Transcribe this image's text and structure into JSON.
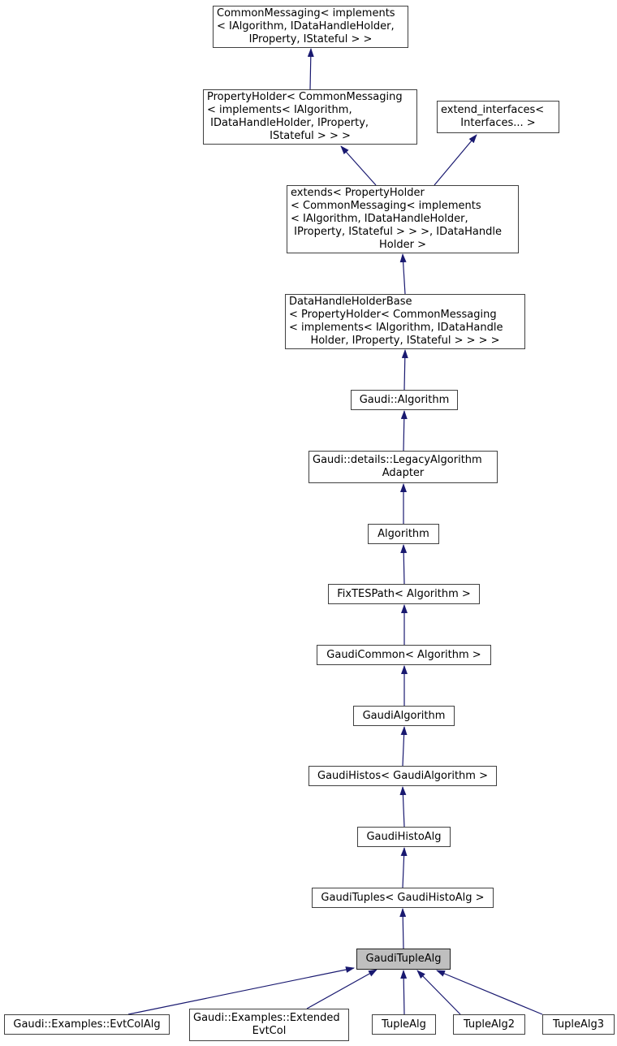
{
  "diagram": {
    "type": "inheritance-graph",
    "highlighted_node": "GaudiTupleAlg",
    "nodes": [
      {
        "id": "common_messaging",
        "highlighted": false,
        "lines": [
          "CommonMessaging< implements",
          "< IAlgorithm, IDataHandleHolder,",
          "IProperty, IStateful > >"
        ]
      },
      {
        "id": "property_holder",
        "highlighted": false,
        "lines": [
          "PropertyHolder< CommonMessaging",
          "< implements< IAlgorithm,",
          " IDataHandleHolder, IProperty,",
          "IStateful > > >"
        ]
      },
      {
        "id": "extend_interfaces",
        "highlighted": false,
        "lines": [
          "extend_interfaces<",
          "Interfaces... >"
        ]
      },
      {
        "id": "extends",
        "highlighted": false,
        "lines": [
          "extends< PropertyHolder",
          "< CommonMessaging< implements",
          "< IAlgorithm, IDataHandleHolder,",
          " IProperty, IStateful > > >, IDataHandle",
          "Holder >"
        ]
      },
      {
        "id": "data_handle_holder_base",
        "highlighted": false,
        "lines": [
          "DataHandleHolderBase",
          "< PropertyHolder< CommonMessaging",
          "< implements< IAlgorithm, IDataHandle",
          "Holder, IProperty, IStateful > > > >"
        ]
      },
      {
        "id": "gaudi_ns_algorithm",
        "highlighted": false,
        "lines": [
          "Gaudi::Algorithm"
        ]
      },
      {
        "id": "legacy_algorithm_adapter",
        "highlighted": false,
        "lines": [
          "Gaudi::details::LegacyAlgorithm",
          "Adapter"
        ]
      },
      {
        "id": "algorithm",
        "highlighted": false,
        "lines": [
          "Algorithm"
        ]
      },
      {
        "id": "fix_tes_path",
        "highlighted": false,
        "lines": [
          "FixTESPath< Algorithm >"
        ]
      },
      {
        "id": "gaudi_common",
        "highlighted": false,
        "lines": [
          "GaudiCommon< Algorithm >"
        ]
      },
      {
        "id": "gaudi_algorithm",
        "highlighted": false,
        "lines": [
          "GaudiAlgorithm"
        ]
      },
      {
        "id": "gaudi_histos",
        "highlighted": false,
        "lines": [
          "GaudiHistos< GaudiAlgorithm >"
        ]
      },
      {
        "id": "gaudi_histo_alg",
        "highlighted": false,
        "lines": [
          "GaudiHistoAlg"
        ]
      },
      {
        "id": "gaudi_tuples",
        "highlighted": false,
        "lines": [
          "GaudiTuples< GaudiHistoAlg >"
        ]
      },
      {
        "id": "gaudi_tuple_alg",
        "highlighted": true,
        "lines": [
          "GaudiTupleAlg"
        ]
      },
      {
        "id": "evt_col_alg",
        "highlighted": false,
        "lines": [
          "Gaudi::Examples::EvtColAlg"
        ]
      },
      {
        "id": "extended_evt_col",
        "highlighted": false,
        "lines": [
          "Gaudi::Examples::Extended",
          "EvtCol"
        ]
      },
      {
        "id": "tuple_alg",
        "highlighted": false,
        "lines": [
          "TupleAlg"
        ]
      },
      {
        "id": "tuple_alg2",
        "highlighted": false,
        "lines": [
          "TupleAlg2"
        ]
      },
      {
        "id": "tuple_alg3",
        "highlighted": false,
        "lines": [
          "TupleAlg3"
        ]
      }
    ],
    "edges": [
      {
        "from": "property_holder",
        "to": "common_messaging"
      },
      {
        "from": "extends",
        "to": "property_holder"
      },
      {
        "from": "extends",
        "to": "extend_interfaces"
      },
      {
        "from": "data_handle_holder_base",
        "to": "extends"
      },
      {
        "from": "gaudi_ns_algorithm",
        "to": "data_handle_holder_base"
      },
      {
        "from": "legacy_algorithm_adapter",
        "to": "gaudi_ns_algorithm"
      },
      {
        "from": "algorithm",
        "to": "legacy_algorithm_adapter"
      },
      {
        "from": "fix_tes_path",
        "to": "algorithm"
      },
      {
        "from": "gaudi_common",
        "to": "fix_tes_path"
      },
      {
        "from": "gaudi_algorithm",
        "to": "gaudi_common"
      },
      {
        "from": "gaudi_histos",
        "to": "gaudi_algorithm"
      },
      {
        "from": "gaudi_histo_alg",
        "to": "gaudi_histos"
      },
      {
        "from": "gaudi_tuples",
        "to": "gaudi_histo_alg"
      },
      {
        "from": "gaudi_tuple_alg",
        "to": "gaudi_tuples"
      },
      {
        "from": "evt_col_alg",
        "to": "gaudi_tuple_alg"
      },
      {
        "from": "extended_evt_col",
        "to": "gaudi_tuple_alg"
      },
      {
        "from": "tuple_alg",
        "to": "gaudi_tuple_alg"
      },
      {
        "from": "tuple_alg2",
        "to": "gaudi_tuple_alg"
      },
      {
        "from": "tuple_alg3",
        "to": "gaudi_tuple_alg"
      }
    ]
  },
  "colors": {
    "edge": "#191970",
    "node_border": "#404040",
    "node_fill": "#ffffff",
    "highlight_fill": "#bfbfbf",
    "text": "#000000"
  }
}
